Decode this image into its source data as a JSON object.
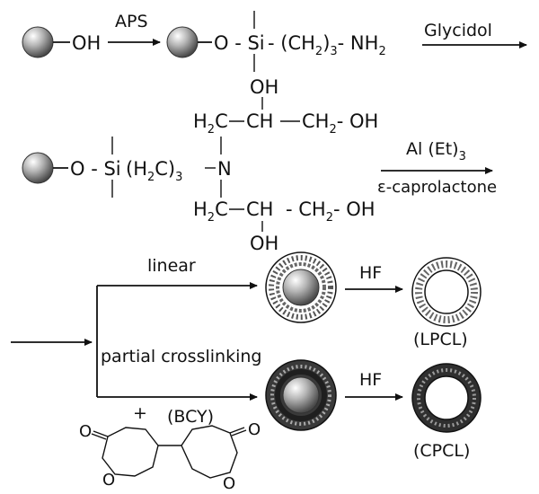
{
  "reagents": {
    "step1": "APS",
    "step2": "Glycidol",
    "step3_catalyst": "Al (Et)",
    "step3_catalyst_sub": "3",
    "step3_monomer": "ε-caprolactone",
    "step4": "HF",
    "step5": "HF"
  },
  "row1": {
    "hydroxyl": "OH",
    "o_si": "O - Si",
    "chain_open": "- (CH",
    "chain_sub1": "2",
    "chain_mid": ")",
    "chain_sub2": "3",
    "amine": "- NH",
    "amine_sub": "2"
  },
  "row2": {
    "top_oh": "OH",
    "top_h2c": "H",
    "top_h2c_sub": "2",
    "top_c": "C",
    "top_ch": "CH",
    "top_ch2": "CH",
    "top_ch2_sub": "2",
    "top_end_oh": "- OH",
    "o_si": "O - Si",
    "chain_open": "(H",
    "chain_sub1": "2",
    "chain_c": "C)",
    "chain_sub2": "3",
    "n_atom": "N",
    "bot_h2c": "H",
    "bot_h2c_sub": "2",
    "bot_c": "C",
    "bot_ch": "CH",
    "bot_ch2": "- CH",
    "bot_ch2_sub": "2",
    "bot_end_oh": "- OH",
    "bot_oh": "OH"
  },
  "branches": {
    "linear": "linear",
    "crosslinking": "partial crosslinking",
    "crosslinker_plus": "+",
    "crosslinker_name": "(BCY)"
  },
  "products": {
    "linear": "(LPCL)",
    "crosslinked": "(CPCL)"
  },
  "colors": {
    "ink": "#111111",
    "sphere_light": "#ffffff",
    "sphere_dark": "#5a5a5a",
    "shell_crosslinked": "#2b2b2b"
  }
}
